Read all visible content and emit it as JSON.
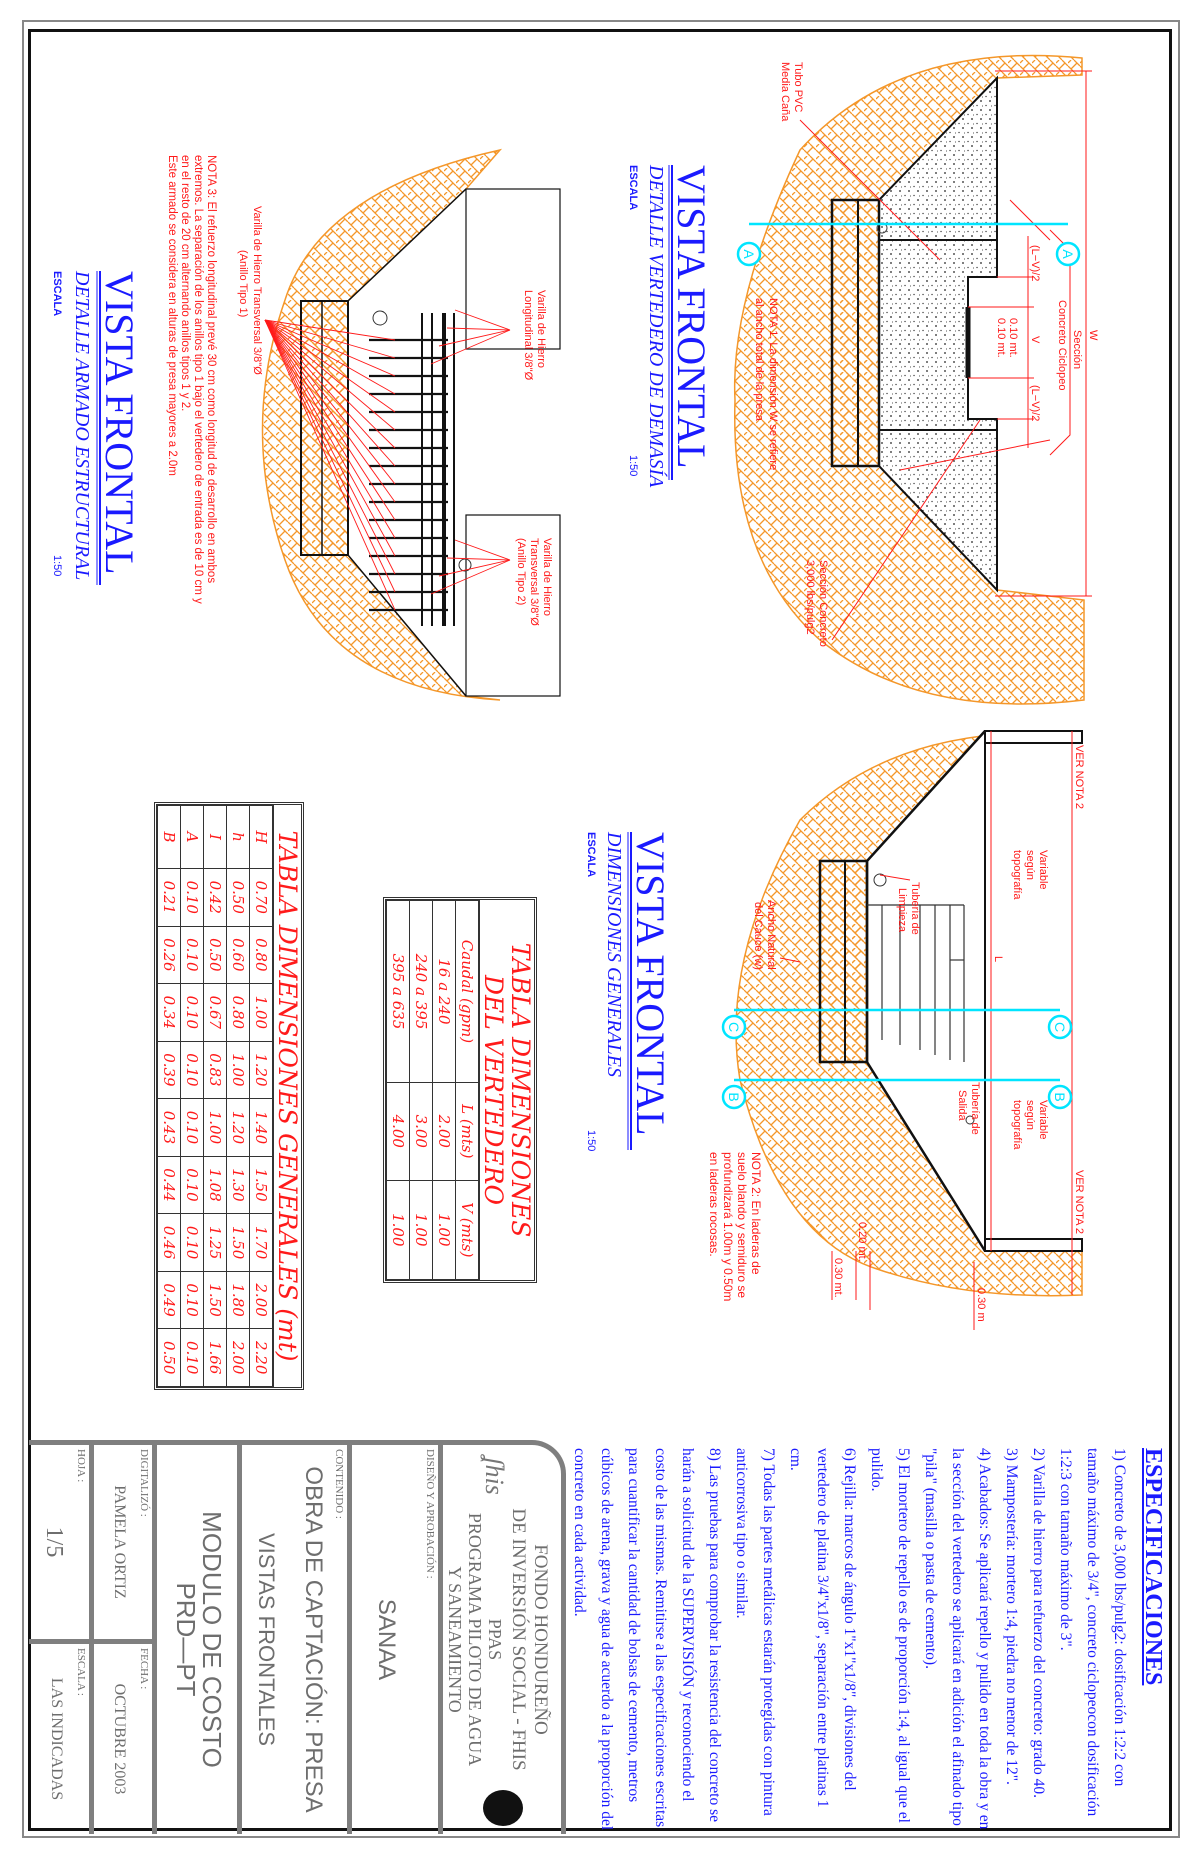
{
  "colors": {
    "soil": "#f4972a",
    "annotation": "#ff1a1a",
    "title_text": "#1a1aff",
    "section_marker": "#00e5ff",
    "titleblock": "#7f7f7f"
  },
  "view1": {
    "title": "VISTA FRONTAL",
    "subtitle": "DETALLE VERTEDERO DE DEMASÍA",
    "scale_label": "ESCALA",
    "scale": "1:50",
    "labels": {
      "tubo_1": "Tubo PVC",
      "tubo_2": "Media Caña",
      "ciclopeo_1": "Sección",
      "ciclopeo_2": "Concreto Ciclopeo",
      "concreto_1": "Sección Concreto",
      "concreto_2": "3,000 lbs/pulg2",
      "w": "W",
      "lv_top": "(L−V)/2",
      "v": "V",
      "lv_bottom": "(L−V)/2",
      "d010a": "0.10 mt.",
      "d010b": "0.10 mt.",
      "section": "A",
      "nota1_1": "NOTA 1:  La dimensión W se refiere",
      "nota1_2": "al ancho total de la presa"
    }
  },
  "view2": {
    "title": "VISTA FRONTAL",
    "subtitle": "DIMENSIONES GENERALES",
    "scale_label": "ESCALA",
    "scale": "1:50",
    "labels": {
      "ver_nota": "VER NOTA 2",
      "variable_1": "Variable",
      "variable_2": "según",
      "variable_3": "topografía",
      "limpieza_1": "Tubería de",
      "limpieza_2": "Limpieza",
      "l": "L",
      "cauce_1": "Ancho Natural",
      "cauce_2": "del Cauce (w)",
      "salida_1": "Tubería de",
      "salida_2": "Salida",
      "section_c": "C",
      "section_b": "B",
      "d020": "0.20 mt.",
      "d030a": "0.30 mt.",
      "d030b": "0.30 m"
    },
    "nota2": [
      "NOTA 2:  En laderas de",
      "suelo blando y semiduro se",
      "profundizará 1.00m y 0.50m",
      "en laderas rocosas."
    ]
  },
  "view3": {
    "title": "VISTA FRONTAL",
    "subtitle": "DETALLE ARMADO ESTRUCTURAL",
    "scale_label": "ESCALA",
    "scale": "1:50",
    "labels": {
      "long_1": "Varilla de Hierro",
      "long_2": "Longitudinal 3/8\"Ø",
      "t2_1": "Varilla de Hierro",
      "t2_2": "Transversal 3/8\"Ø",
      "t2_3": "(Anillo Tipo 2)",
      "t1_1": "Varilla de Hierro Transversal 3/8\"Ø",
      "t1_2": "(Anillo Tipo 1)"
    },
    "nota3": [
      "NOTA 3:  El refuerzo longitudinal prevé 30 cm como longitud de desarrollo en ambos",
      "extremos.  La separación de los anillos tipo 1 bajo el vertedero de entrada es de 10 cm y",
      "en el resto de 20 cm alternando anillos tipos 1 y 2.",
      "Este armado se considera en alturas de presa mayores a 2.0m"
    ]
  },
  "table_vertedero": {
    "title_1": "TABLA DIMENSIONES",
    "title_2": "DEL VERTEDERO",
    "headers": [
      "Caudal (gpm)",
      "L (mts)",
      "V (mts)"
    ],
    "rows": [
      [
        "16 a 240",
        "2.00",
        "1.00"
      ],
      [
        "240 a 395",
        "3.00",
        "1.00"
      ],
      [
        "395 a 635",
        "4.00",
        "1.00"
      ]
    ]
  },
  "table_general": {
    "title": "TABLA DIMENSIONES GENERALES (mt)",
    "rows": [
      {
        "label": "H",
        "values": [
          "0.70",
          "0.80",
          "1.00",
          "1.20",
          "1.40",
          "1.50",
          "1.70",
          "2.00",
          "2.20"
        ]
      },
      {
        "label": "h",
        "values": [
          "0.50",
          "0.60",
          "0.80",
          "1.00",
          "1.20",
          "1.30",
          "1.50",
          "1.80",
          "2.00"
        ]
      },
      {
        "label": "I",
        "values": [
          "0.42",
          "0.50",
          "0.67",
          "0.83",
          "1.00",
          "1.08",
          "1.25",
          "1.50",
          "1.66"
        ]
      },
      {
        "label": "A",
        "values": [
          "0.10",
          "0.10",
          "0.10",
          "0.10",
          "0.10",
          "0.10",
          "0.10",
          "0.10",
          "0.10"
        ]
      },
      {
        "label": "B",
        "values": [
          "0.21",
          "0.26",
          "0.34",
          "0.39",
          "0.43",
          "0.44",
          "0.46",
          "0.49",
          "0.50"
        ]
      }
    ]
  },
  "specs": {
    "title": "ESPECIFICACIONES",
    "items": [
      "1) Concreto de 3,000 lbs/pulg2: dosificación 1:2:2 con tamaño máximo de 3/4\", concreto ciclopeocon dosificación   1:2:3 con tamaño máximo de 3\".",
      "2) Varilla de hierro para refuerzo del concreto: grado 40.",
      "3) Mampostería: mortero 1:4, piedra no menor de 12\".",
      "4) Acabados: Se aplicará repello y pulido en toda la obra y en la sección del vertedero se aplicará en adición el afinado tipo \"pila\" (masilla o pasta de cemento).",
      "5) El mortero de repello es de proporción 1:4, al igual que el pulido.",
      "6) Rejilla: marcos de ángulo 1\"x1\"x1/8\", divisiones del vertedero de platina 3/4\"x1/8\", separación entre platinas 1 cm.",
      "7) Todas las partes metálicas estarán protegidas con pintura anticorrosiva tipo o similar.",
      "8) Las pruebas para comprobar la resistencia del concreto se harán a solicitud de la SUPERVISIÓN y reconociendo el costo de las mismas. Remitirse a las especificaciones escritas para cuantificar la cantidad de bolsas de cemento, metros cúbicos de arena, grava y agua de acuerdo a la proporción del concreto en cada actividad."
    ]
  },
  "titleblock": {
    "org_1": "FONDO HONDUREÑO",
    "org_2": "DE INVERSIÓN SOCIAL - FHIS",
    "logo": "fhis",
    "program_1": "PPAS",
    "program_2": "PROGRAMA PILOTO DE AGUA",
    "program_3": "Y SANEAMIENTO",
    "design_label": "DISEÑO Y APROBACIÓN :",
    "design_value": "SANAA",
    "content_label": "CONTENIDO :",
    "content_1": "OBRA DE CAPTACIÓN:  PRESA",
    "content_2": "VISTAS FRONTALES",
    "module_1": "MODULO  DE  COSTO",
    "module_2": "PRD—PT",
    "digitized_label": "DIGITALIZÓ :",
    "digitized_value": "PAMELA ORTIZ",
    "date_label": "FECHA :",
    "date_value": "OCTUBRE 2003",
    "sheet_label": "HOJA :",
    "sheet_value": "1/5",
    "scale_label": "ESCALA :",
    "scale_value": "LAS INDICADAS"
  }
}
